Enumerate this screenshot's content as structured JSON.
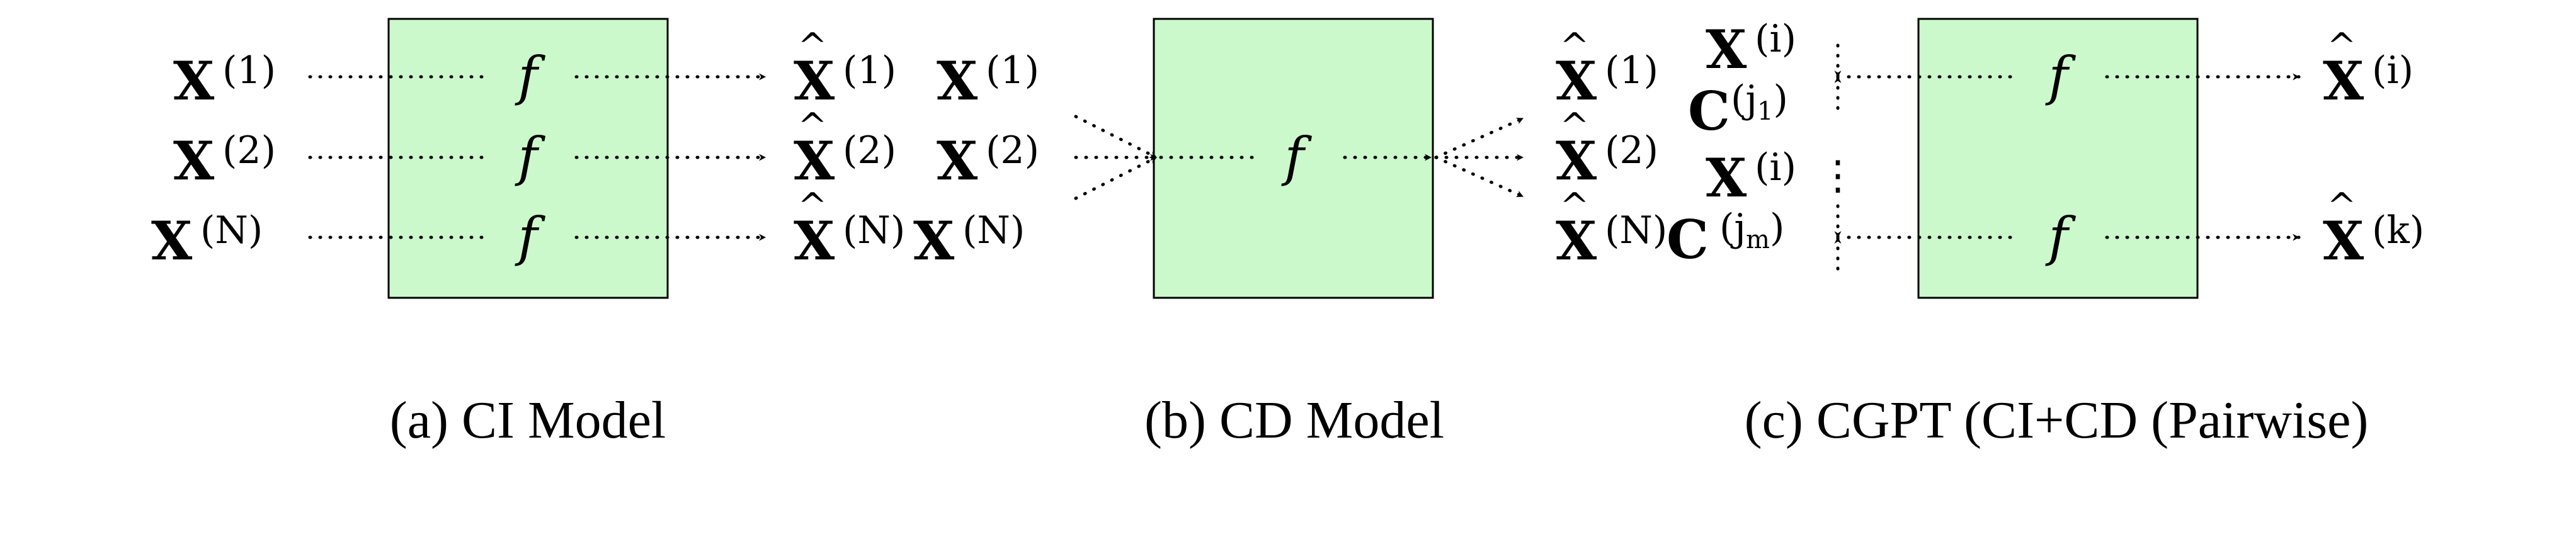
{
  "colors": {
    "box_fill": "#ccf9cc",
    "stroke": "#000000",
    "background": "#ffffff"
  },
  "function_symbol": "f",
  "hat": "^",
  "symbols": {
    "x": "X",
    "c": "C",
    "sup_1": "(1)",
    "sup_2": "(2)",
    "sup_N": "(N)",
    "sup_i": "(i)",
    "sup_k": "(k)",
    "sup_j1": "(j",
    "sub_1": "1",
    "sup_jm": "(j",
    "sub_m": "m",
    "close_paren": ")"
  },
  "ellipsis": "⋮",
  "panels": {
    "a": {
      "caption": "(a) CI Model"
    },
    "b": {
      "caption": "(b) CD Model"
    },
    "c": {
      "caption": "(c) CGPT (CI+CD (Pairwise)"
    }
  }
}
